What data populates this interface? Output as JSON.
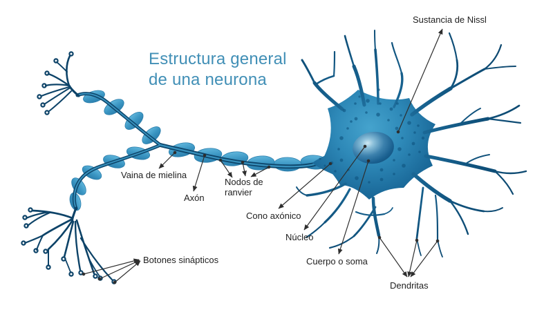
{
  "title": {
    "line1": "Estructura general",
    "line2": "de una neurona"
  },
  "labels": {
    "sustancia_nissl": "Sustancia de Nissl",
    "vaina_mielina": "Vaina de mielina",
    "axon": "Axón",
    "nodos_ranvier_line1": "Nodos de",
    "nodos_ranvier_line2": "ranvier",
    "cono_axonico": "Cono axónico",
    "nucleo": "Núcleo",
    "cuerpo_soma": "Cuerpo o soma",
    "dendritas": "Dendritas",
    "botones_sinapticos": "Botones sinápticos"
  },
  "colors": {
    "background": "#FFFFFF",
    "title_text": "#418FB6",
    "label_text": "#212121",
    "leader_line": "#2E2E2E",
    "neuron_dark": "#0D4368",
    "neuron_mid": "#2E86B4",
    "neuron_light": "#54ABD1"
  }
}
